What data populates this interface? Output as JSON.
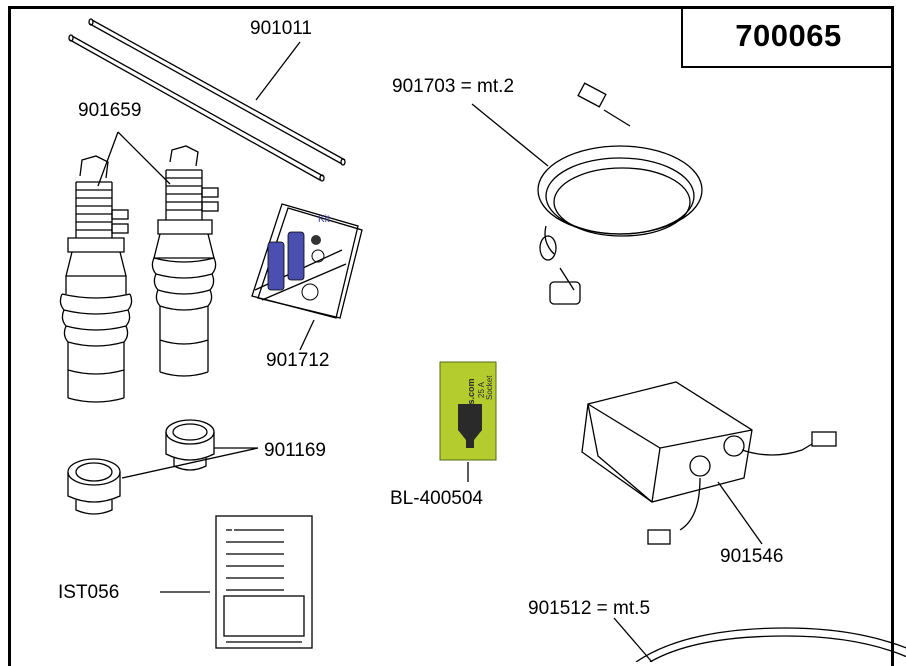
{
  "title": "700065",
  "labels": {
    "rods": "901011",
    "bellows": "901659",
    "cable_mt2": "901703 = mt.2",
    "kit": "901712",
    "caps": "901169",
    "socket": "BL-400504",
    "control_box": "901546",
    "manual": "IST056",
    "cable_mt5": "901512 = mt.5"
  },
  "pictures": {
    "kit_header": "Kit",
    "socket_brand": "farm-parts.com",
    "socket_text": "Socket",
    "socket_rating": "25 A"
  },
  "colors": {
    "line": "#000000",
    "kit_cylinder": "#4a4fb0",
    "socket_pack": "#b5cc2f",
    "socket_body": "#2a2a2a"
  }
}
